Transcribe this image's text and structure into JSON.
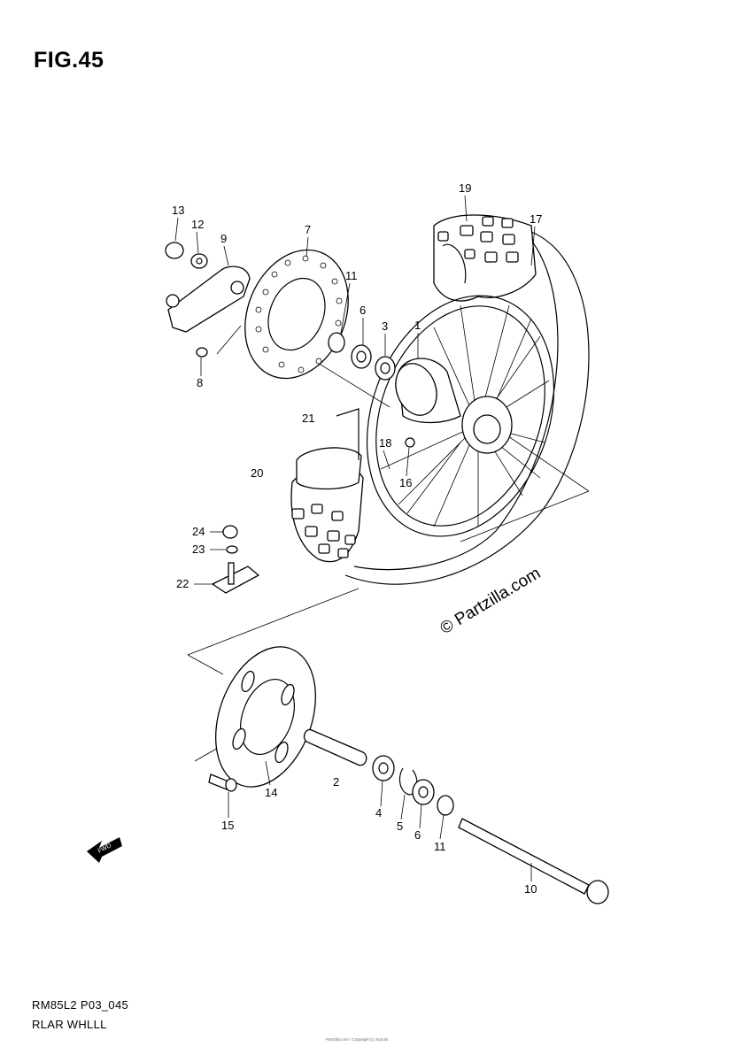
{
  "figure": {
    "title": "FIG.45",
    "model_code": "RM85L2 P03_045",
    "part_name": "RLAR WHLLL",
    "fine_print": "Partzilla.com / Copyright (c) Suzuki"
  },
  "watermark": "© Partzilla.com",
  "fwd_label": "FWD",
  "callouts": [
    "1",
    "2",
    "3",
    "4",
    "5",
    "6",
    "6",
    "7",
    "8",
    "9",
    "10",
    "11",
    "11",
    "12",
    "13",
    "14",
    "15",
    "16",
    "17",
    "18",
    "19",
    "20",
    "21",
    "22",
    "23",
    "24"
  ]
}
